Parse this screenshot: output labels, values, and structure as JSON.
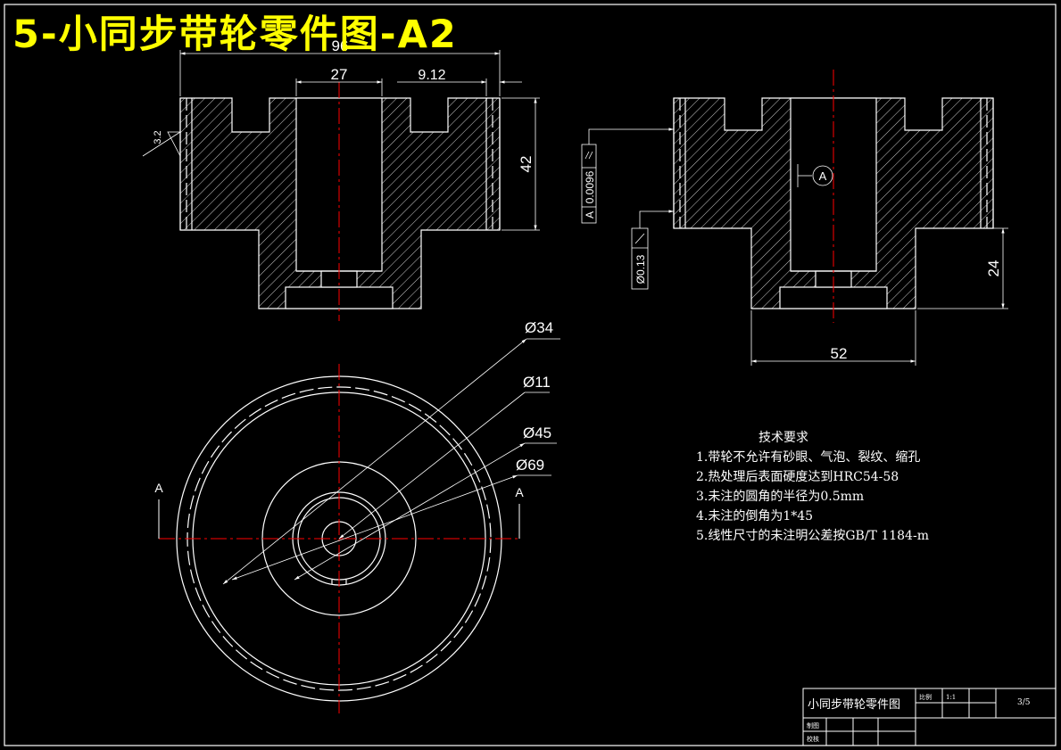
{
  "title": "5-小同步带轮零件图-A2",
  "colors": {
    "background": "#000000",
    "lines": "#ffffff",
    "center_lines": "#ff0000",
    "title": "#ffff00",
    "hatch": "#ffffff"
  },
  "dimensions": {
    "outer_diameter": "96",
    "bore_width": "27",
    "groove_offset": "9.12",
    "height": "42",
    "base_height": "24",
    "base_width": "52",
    "roughness": "3.2",
    "dia_34": "Ø34",
    "dia_11": "Ø11",
    "dia_45": "Ø45",
    "dia_69": "Ø69"
  },
  "section_labels": {
    "left": "A",
    "right": "A",
    "datum": "A"
  },
  "tolerance": {
    "parallelism": "0.0096",
    "parallelism_datum": "A",
    "runout": "Ø0.13"
  },
  "tech_requirements": {
    "heading": "技术要求",
    "items": [
      "1.带轮不允许有砂眼、气泡、裂纹、缩孔",
      "2.热处理后表面硬度达到HRC54-58",
      "3.未注的圆角的半径为0.5mm",
      "4.未注的倒角为1*45",
      "5.线性尺寸的未注明公差按GB/T 1184-m"
    ]
  },
  "title_block": {
    "part_name": "小同步带轮零件图",
    "scale_label": "比例",
    "scale_value": "1:1",
    "sheet": "3/5",
    "drawn_label": "制图",
    "checked_label": "校核"
  }
}
